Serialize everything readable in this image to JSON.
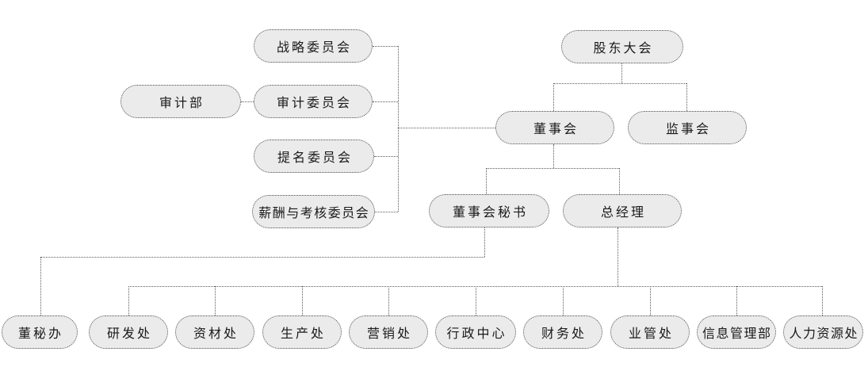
{
  "colors": {
    "background": "#ffffff",
    "node_fill": "#ebebeb",
    "node_border": "#4f4f4f",
    "node_text": "#1a1a1a",
    "line": "#5a5a5a"
  },
  "nodes": {
    "shareholders_meeting": {
      "label": "股东大会"
    },
    "board_of_directors": {
      "label": "董事会"
    },
    "supervisory_board": {
      "label": "监事会"
    },
    "strategy_committee": {
      "label": "战略委员会"
    },
    "audit_department": {
      "label": "审计部"
    },
    "audit_committee": {
      "label": "审计委员会"
    },
    "nomination_committee": {
      "label": "提名委员会"
    },
    "remuneration_assessment_committee": {
      "label": "薪酬与考核委员会"
    },
    "board_secretary": {
      "label": "董事会秘书"
    },
    "general_manager": {
      "label": "总经理"
    },
    "board_secretary_office": {
      "label": "董秘办"
    },
    "rnd_division": {
      "label": "研发处"
    },
    "materials_division": {
      "label": "资材处"
    },
    "production_division": {
      "label": "生产处"
    },
    "marketing_division": {
      "label": "营销处"
    },
    "administrative_center": {
      "label": "行政中心"
    },
    "finance_division": {
      "label": "财务处"
    },
    "business_management_division": {
      "label": "业管处"
    },
    "information_management_dept": {
      "label": "信息管理部"
    },
    "human_resources_division": {
      "label": "人力资源处"
    }
  },
  "edges": [
    {
      "from": "股东大会",
      "to": "董事会"
    },
    {
      "from": "股东大会",
      "to": "监事会"
    },
    {
      "from": "董事会",
      "to": "战略委员会"
    },
    {
      "from": "董事会",
      "to": "审计委员会"
    },
    {
      "from": "董事会",
      "to": "提名委员会"
    },
    {
      "from": "董事会",
      "to": "薪酬与考核委员会"
    },
    {
      "from": "审计委员会",
      "to": "审计部"
    },
    {
      "from": "董事会",
      "to": "董事会秘书"
    },
    {
      "from": "董事会",
      "to": "总经理"
    },
    {
      "from": "董事会秘书",
      "to": "董秘办"
    },
    {
      "from": "总经理",
      "to": "研发处"
    },
    {
      "from": "总经理",
      "to": "资材处"
    },
    {
      "from": "总经理",
      "to": "生产处"
    },
    {
      "from": "总经理",
      "to": "营销处"
    },
    {
      "from": "总经理",
      "to": "行政中心"
    },
    {
      "from": "总经理",
      "to": "财务处"
    },
    {
      "from": "总经理",
      "to": "业管处"
    },
    {
      "from": "总经理",
      "to": "信息管理部"
    },
    {
      "from": "总经理",
      "to": "人力资源处"
    }
  ]
}
